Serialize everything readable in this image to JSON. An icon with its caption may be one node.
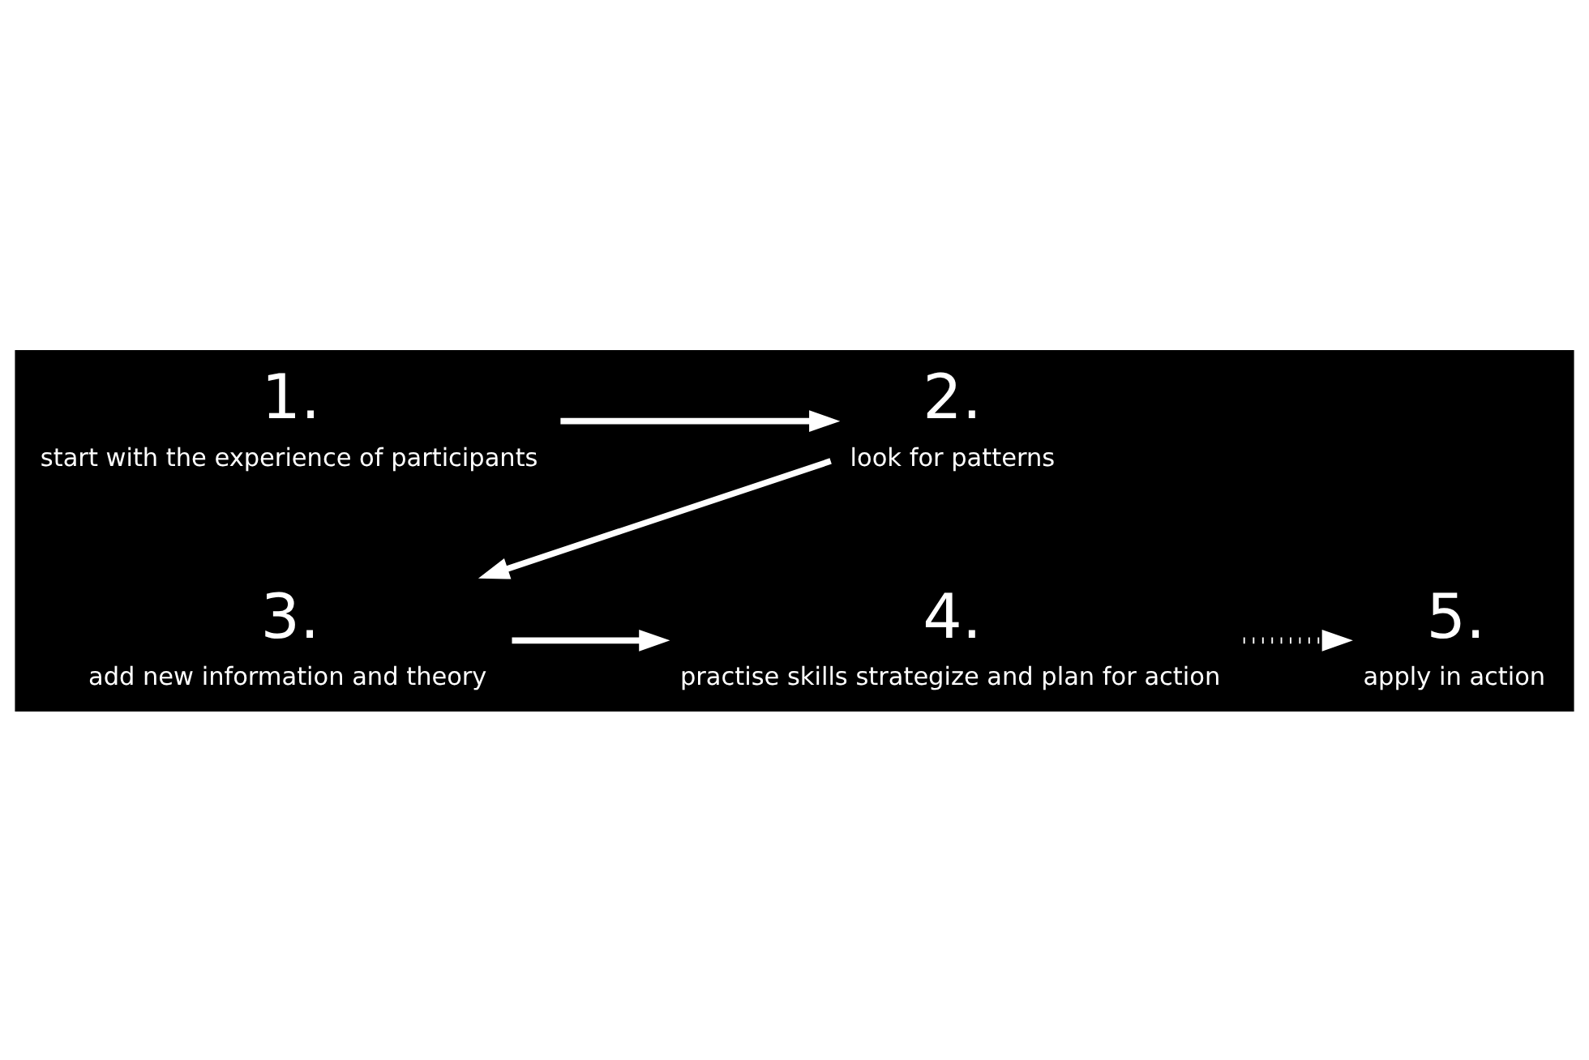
{
  "diagram": {
    "nodes": [
      {
        "text": [
          "1.",
          "start with the experience of participants"
        ]
      },
      {
        "text": [
          "2.",
          "look for patterns"
        ]
      },
      {
        "text": [
          "3.",
          "add new information and theory"
        ]
      },
      {
        "text": [
          "4.",
          "practise skills strategize and plan for action"
        ]
      },
      {
        "text": [
          "5.",
          "apply in action"
        ]
      }
    ],
    "edges": [
      {
        "from": 0,
        "to": 1,
        "arrow": "to"
      },
      {
        "from": 1,
        "to": 2,
        "arrow": "to"
      },
      {
        "from": 2,
        "to": 3,
        "arrow": "to"
      },
      {
        "from": 3,
        "to": 4,
        "arrow": "to",
        "style": "dashed"
      }
    ]
  }
}
